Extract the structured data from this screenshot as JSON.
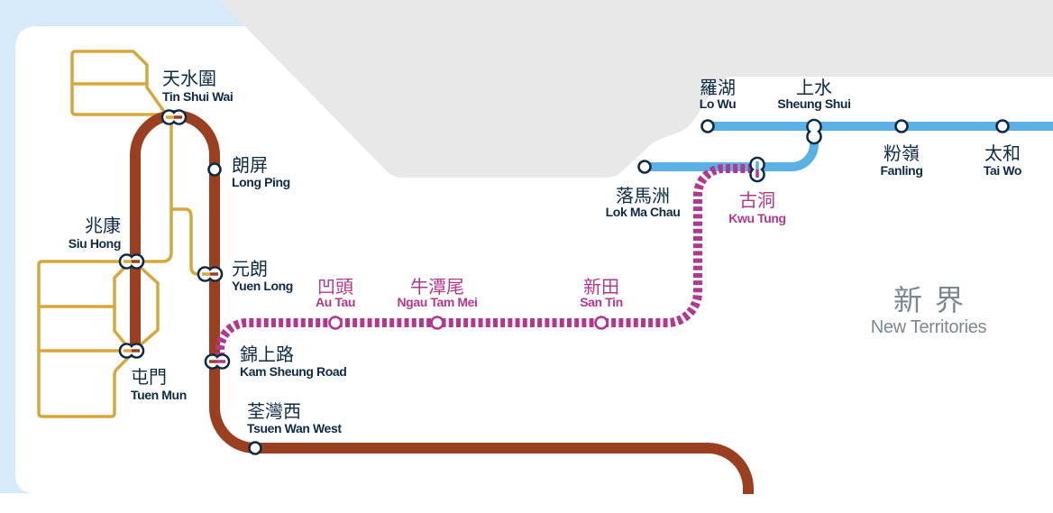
{
  "colors": {
    "sea": "#d6eaf9",
    "land_grey": "#e8e8e8",
    "brown_line": "#9a4021",
    "yellow_line": "#d6a83c",
    "blue_line": "#5cb1e4",
    "purple_line": "#b3378f",
    "station_ring": "#0e2b45",
    "region_text": "#7c8891"
  },
  "region": {
    "zh": "新界",
    "en": "New Territories"
  },
  "stations": {
    "tin_shui_wai": {
      "zh": "天水圍",
      "en": "Tin Shui Wai"
    },
    "long_ping": {
      "zh": "朗屏",
      "en": "Long Ping"
    },
    "siu_hong": {
      "zh": "兆康",
      "en": "Siu Hong"
    },
    "yuen_long": {
      "zh": "元朗",
      "en": "Yuen Long"
    },
    "tuen_mun": {
      "zh": "屯門",
      "en": "Tuen Mun"
    },
    "kam_sheung_road": {
      "zh": "錦上路",
      "en": "Kam Sheung Road"
    },
    "tsuen_wan_west": {
      "zh": "荃灣西",
      "en": "Tsuen Wan West"
    },
    "au_tau": {
      "zh": "凹頭",
      "en": "Au Tau"
    },
    "ngau_tam_mei": {
      "zh": "牛潭尾",
      "en": "Ngau Tam Mei"
    },
    "san_tin": {
      "zh": "新田",
      "en": "San Tin"
    },
    "kwu_tung": {
      "zh": "古洞",
      "en": "Kwu Tung"
    },
    "lok_ma_chau": {
      "zh": "落馬洲",
      "en": "Lok Ma Chau"
    },
    "lo_wu": {
      "zh": "羅湖",
      "en": "Lo Wu"
    },
    "sheung_shui": {
      "zh": "上水",
      "en": "Sheung Shui"
    },
    "fanling": {
      "zh": "粉嶺",
      "en": "Fanling"
    },
    "tai_wo": {
      "zh": "太和",
      "en": "Tai Wo"
    }
  }
}
